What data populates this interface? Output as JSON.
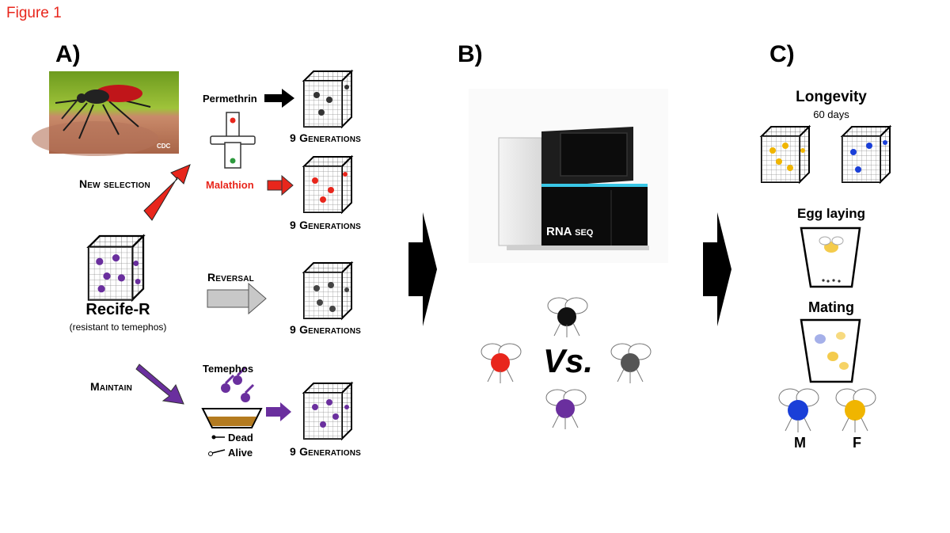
{
  "figure": {
    "label": "Figure 1",
    "colors": {
      "red": "#e8261c",
      "purple": "#6a2f9e",
      "grey": "#c8c8c8",
      "black": "#000000",
      "blue": "#1a3fd8",
      "yellow": "#f0b500",
      "screen_cyan": "#39c7e6"
    }
  },
  "panel_a": {
    "label": "A)",
    "photo_credit": "CDC",
    "new_selection": "New selection",
    "permethrin": "Permethrin",
    "malathion": "Malathion",
    "reversal": "Reversal",
    "maintain": "Maintain",
    "temephos": "Temephos",
    "dead": "Dead",
    "alive": "Alive",
    "strain_name": "Recife-R",
    "strain_note": "(resistant to temephos)",
    "generations_1": "9 Generations",
    "generations_2": "9 Generations",
    "generations_3": "9 Generations",
    "generations_4": "9 Generations"
  },
  "panel_b": {
    "label": "B)",
    "machine_label": "RNA seq",
    "vs": "Vs."
  },
  "panel_c": {
    "label": "C)",
    "longevity": "Longevity",
    "duration": "60 days",
    "egg_laying": "Egg laying",
    "mating": "Mating",
    "male": "M",
    "female": "F"
  }
}
